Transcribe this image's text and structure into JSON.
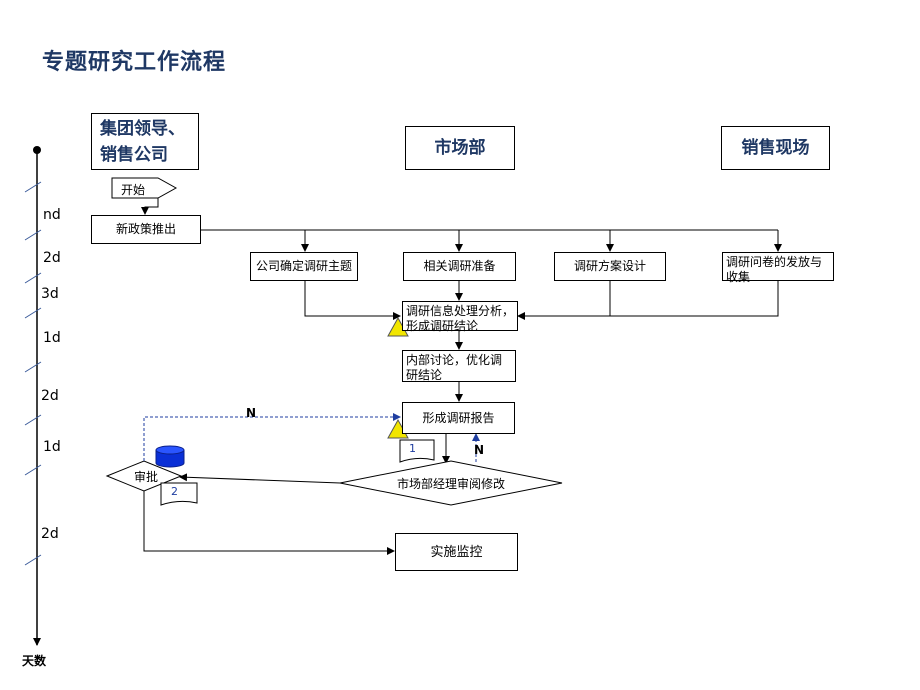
{
  "title": "专题研究工作流程",
  "lanes": {
    "group": "集团领导、销售公司",
    "market": "市场部",
    "sales": "销售现场"
  },
  "nodes": {
    "start": "开始",
    "new_policy": "新政策推出",
    "topic": "公司确定调研主题",
    "prep": "相关调研准备",
    "design": "调研方案设计",
    "survey": "调研问卷的发放与收集",
    "analysis": "调研信息处理分析，形成调研结论",
    "discussion": "内部讨论，优化调研结论",
    "report": "形成调研报告",
    "manager_review": "市场部经理审阅修改",
    "approve": "审批",
    "monitor": "实施监控"
  },
  "edge_labels": {
    "n_top": "N",
    "n_right": "N"
  },
  "notes": {
    "note1": "1",
    "note2": "2"
  },
  "timeline": {
    "labels": [
      "nd",
      "2d",
      "3d",
      "1d",
      "2d",
      "1d",
      "2d"
    ],
    "axis_label": "天数"
  }
}
